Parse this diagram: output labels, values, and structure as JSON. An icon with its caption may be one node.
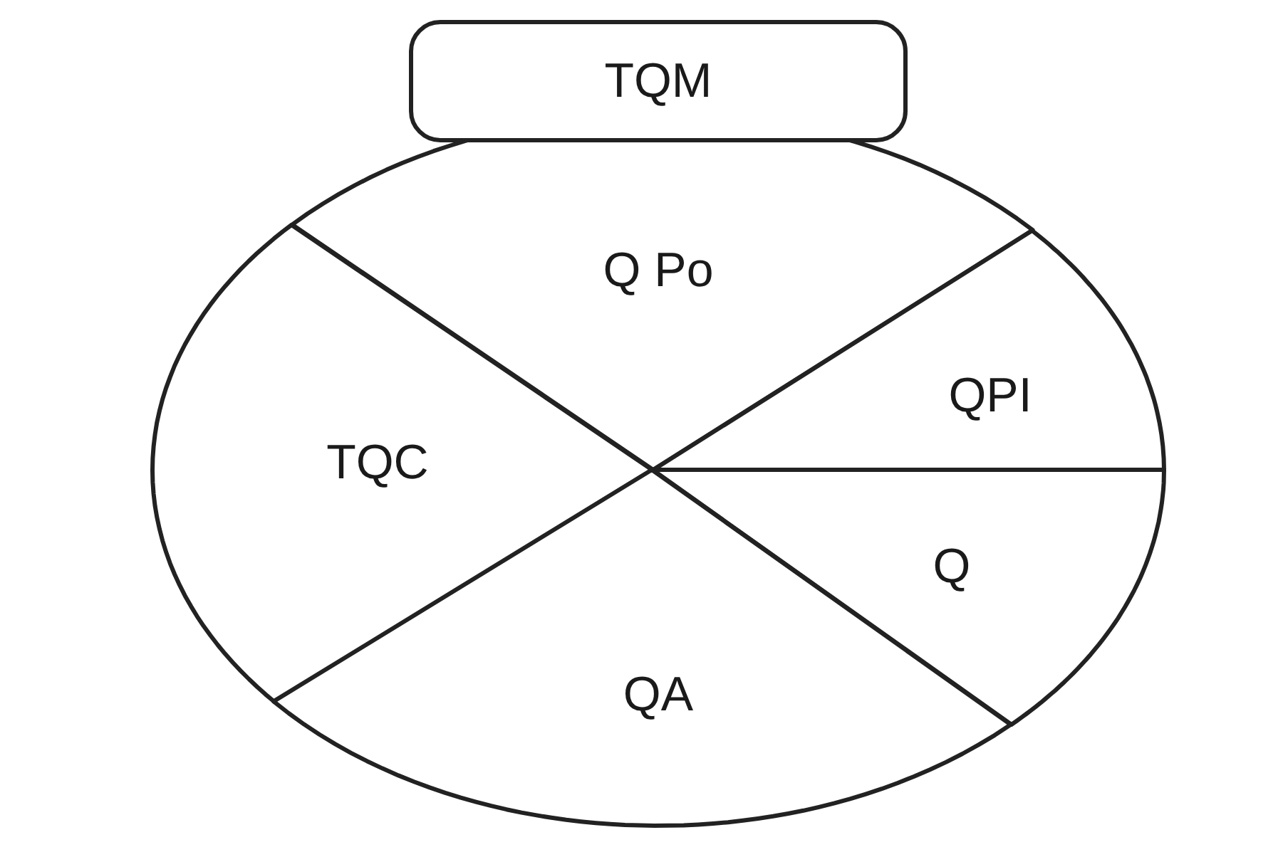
{
  "diagram": {
    "nodes": [
      {
        "text": [
          "TQM"
        ]
      },
      {
        "text": [
          "Q Po"
        ]
      },
      {
        "text": [
          "QPI"
        ]
      },
      {
        "text": [
          "TQC"
        ]
      },
      {
        "text": [
          "Q"
        ]
      },
      {
        "text": [
          "QA"
        ]
      }
    ]
  }
}
